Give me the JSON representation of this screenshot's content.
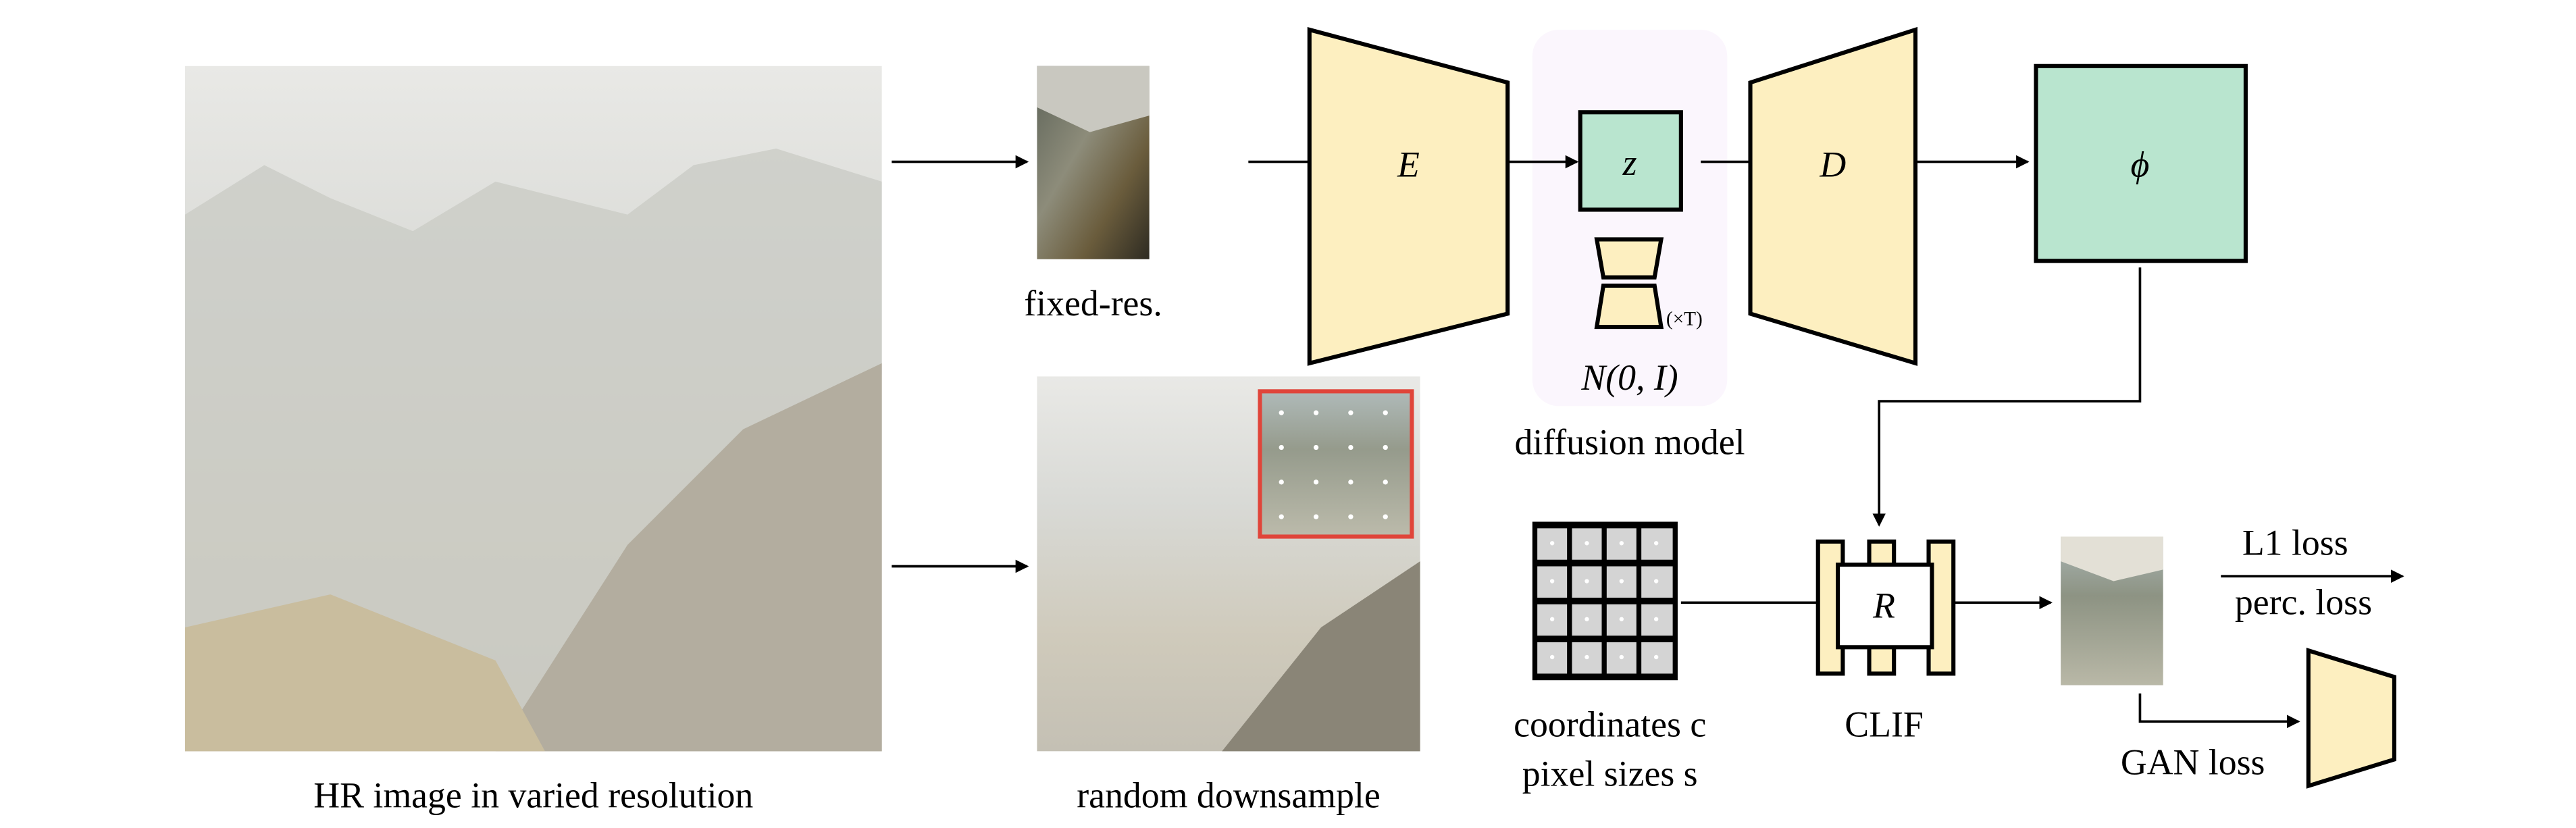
{
  "inputs": {
    "hr_image_label": "HR image in varied resolution",
    "fixed_res_label": "fixed-res.",
    "random_downsample_label": "random downsample"
  },
  "autoencoder": {
    "encoder_label": "E",
    "latent_label": "z",
    "decoder_label": "D",
    "feature_label": "ϕ"
  },
  "diffusion": {
    "label": "diffusion model",
    "prior_label": "N(0, I)",
    "repeat_label": "(×T)"
  },
  "renderer": {
    "coords_label": "coordinates c",
    "pixel_sizes_label": "pixel sizes s",
    "clif_label": "CLIF",
    "renderer_label": "R"
  },
  "losses": {
    "l1": "L1 loss",
    "perceptual": "perc. loss",
    "gan": "GAN loss"
  },
  "colors": {
    "module_fill": "#fdefc0",
    "latent_fill": "#b9e5cf",
    "diffusion_bg": "#fbf6fd",
    "crop_box": "#e0453a",
    "grid_cell": "#d4d4d4"
  }
}
